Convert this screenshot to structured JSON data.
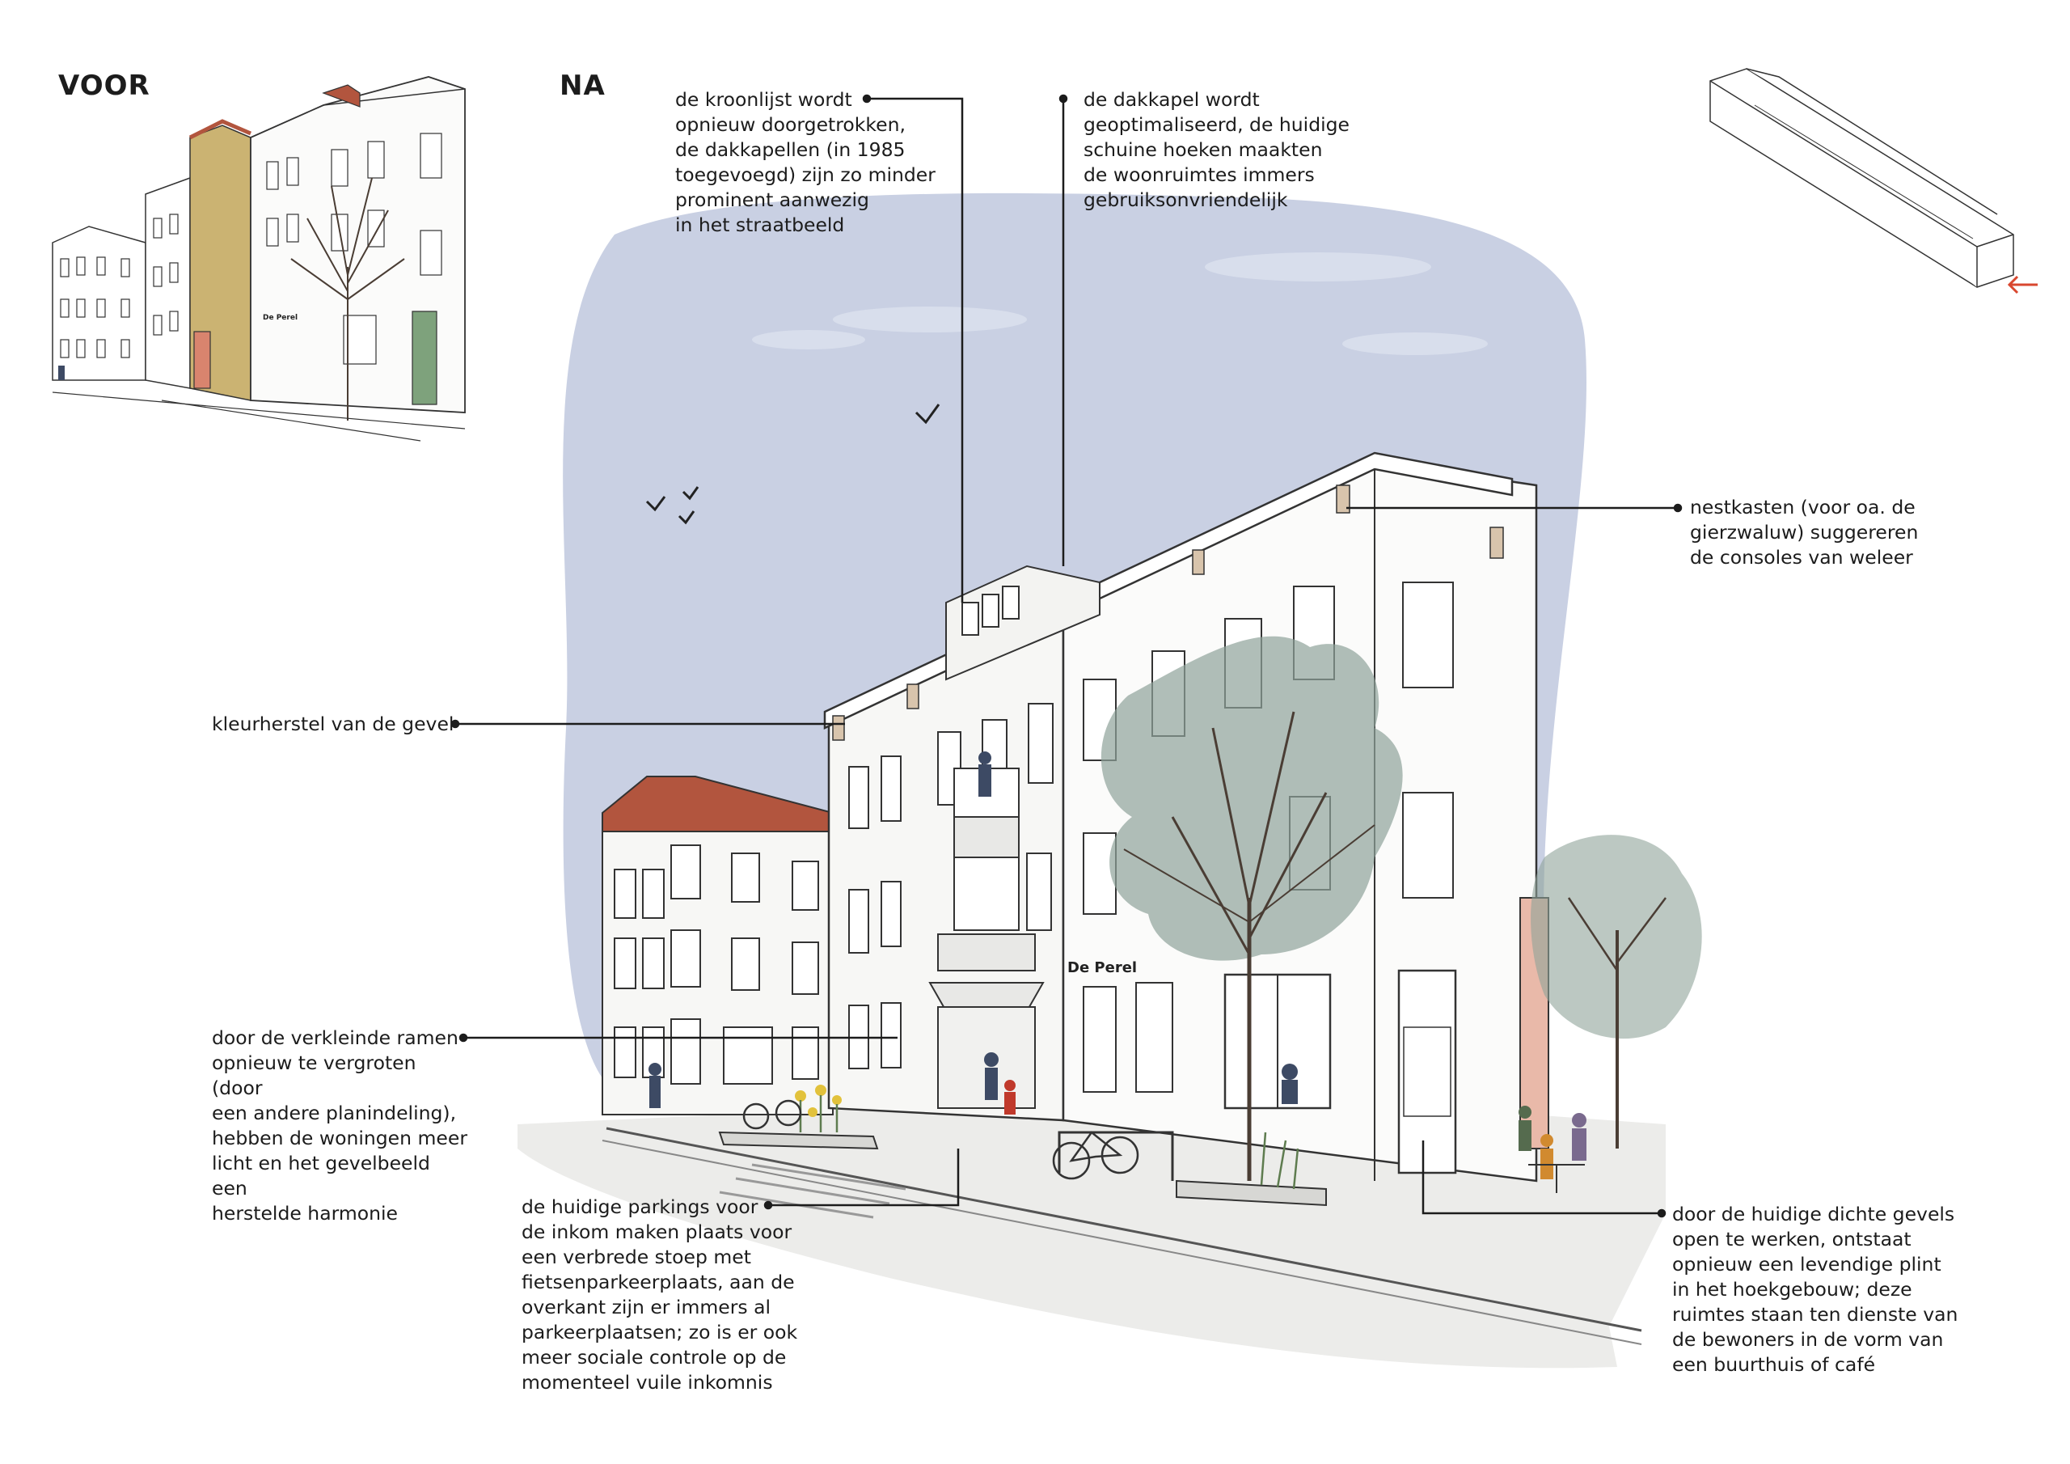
{
  "headings": {
    "before": "VOOR",
    "after": "NA"
  },
  "annotations": {
    "cornice": "de kroonlijst wordt\nopnieuw doorgetrokken,\nde dakkapellen (in 1985\ntoegevoegd) zijn zo minder\nprominent aanwezig\nin het straatbeeld",
    "dormer": "de dakkapel wordt\ngeoptimaliseerd, de huidige\nschuine hoeken maakten\nde woonruimtes immers\ngebruiksonvriendelijk",
    "nestboxes": "nestkasten (voor oa. de\ngierzwaluw) suggereren\nde consoles van weleer",
    "facade_color": "kleurherstel van de gevel",
    "windows": "door de verkleinde ramen\nopnieuw te vergroten (door\neen andere planindeling),\nhebben de woningen meer\nlicht en het gevelbeeld een\nherstelde harmonie",
    "parking": "de huidige parkings voor\nde inkom maken plaats voor\neen verbrede stoep met\nfietsenparkeerplaats, aan de\noverkant zijn er immers al\nparkeerplaatsen; zo is er ook\nmeer sociale controle op de\nmomenteel vuile inkomnis",
    "plinth": "door de huidige dichte gevels\nopen te werken, ontstaat\nopnieuw een levendige plint\nin het hoekgebouw; deze\nruimtes staan ten dienste van\nde bewoners in de vorm van\neen buurthuis of café"
  },
  "signage": {
    "shop_sign_before": "De Perel",
    "shop_sign_after": "De Perel"
  },
  "colors": {
    "sky": "#c9d0e3",
    "tree_canopy": "#8fa39a",
    "facade": "#f7f7f5",
    "roof": "#b2553e",
    "accent_arrow": "#d9472f",
    "line": "#1c1c1c"
  },
  "icons": {
    "locator": "isometric-block-icon",
    "birds": "bird-icon"
  }
}
